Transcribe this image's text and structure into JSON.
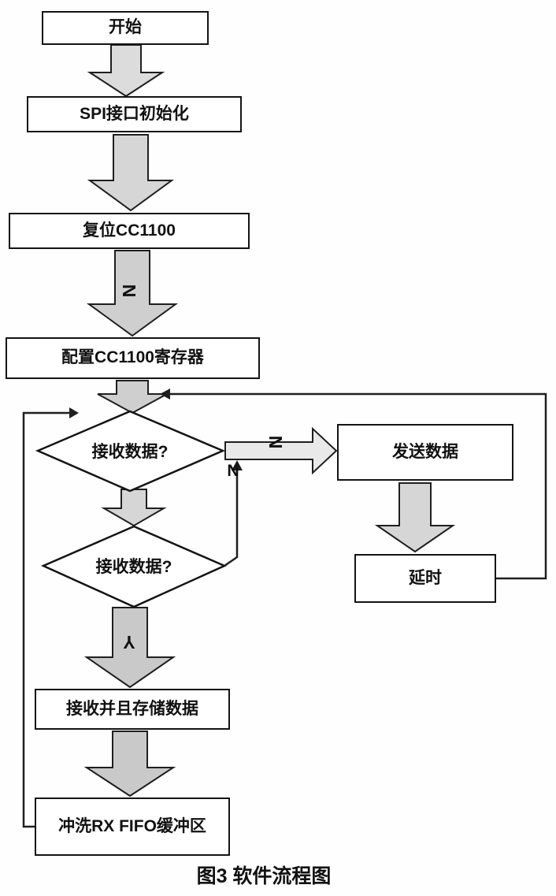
{
  "diagram": {
    "caption": "图3 软件流程图",
    "nodes": {
      "start": "开始",
      "spi_init": "SPI接口初始化",
      "reset": "复位CC1100",
      "config": "配置CC1100寄存器",
      "decision1": "接收数据?",
      "send": "发送数据",
      "delay": "延时",
      "decision2": "接收数据?",
      "receive_store": "接收并且存储数据",
      "flush": "冲洗RX FIFO缓冲区"
    },
    "labels": {
      "n_config_arrow": "N",
      "n_right_arrow": "N",
      "n_decision1": "N",
      "y_down_arrow": "Y"
    },
    "colors": {
      "arrow_fill": "#d6d6d6",
      "arrow_fill_light": "#e9e9e9",
      "outline": "#1f1f1f"
    }
  }
}
